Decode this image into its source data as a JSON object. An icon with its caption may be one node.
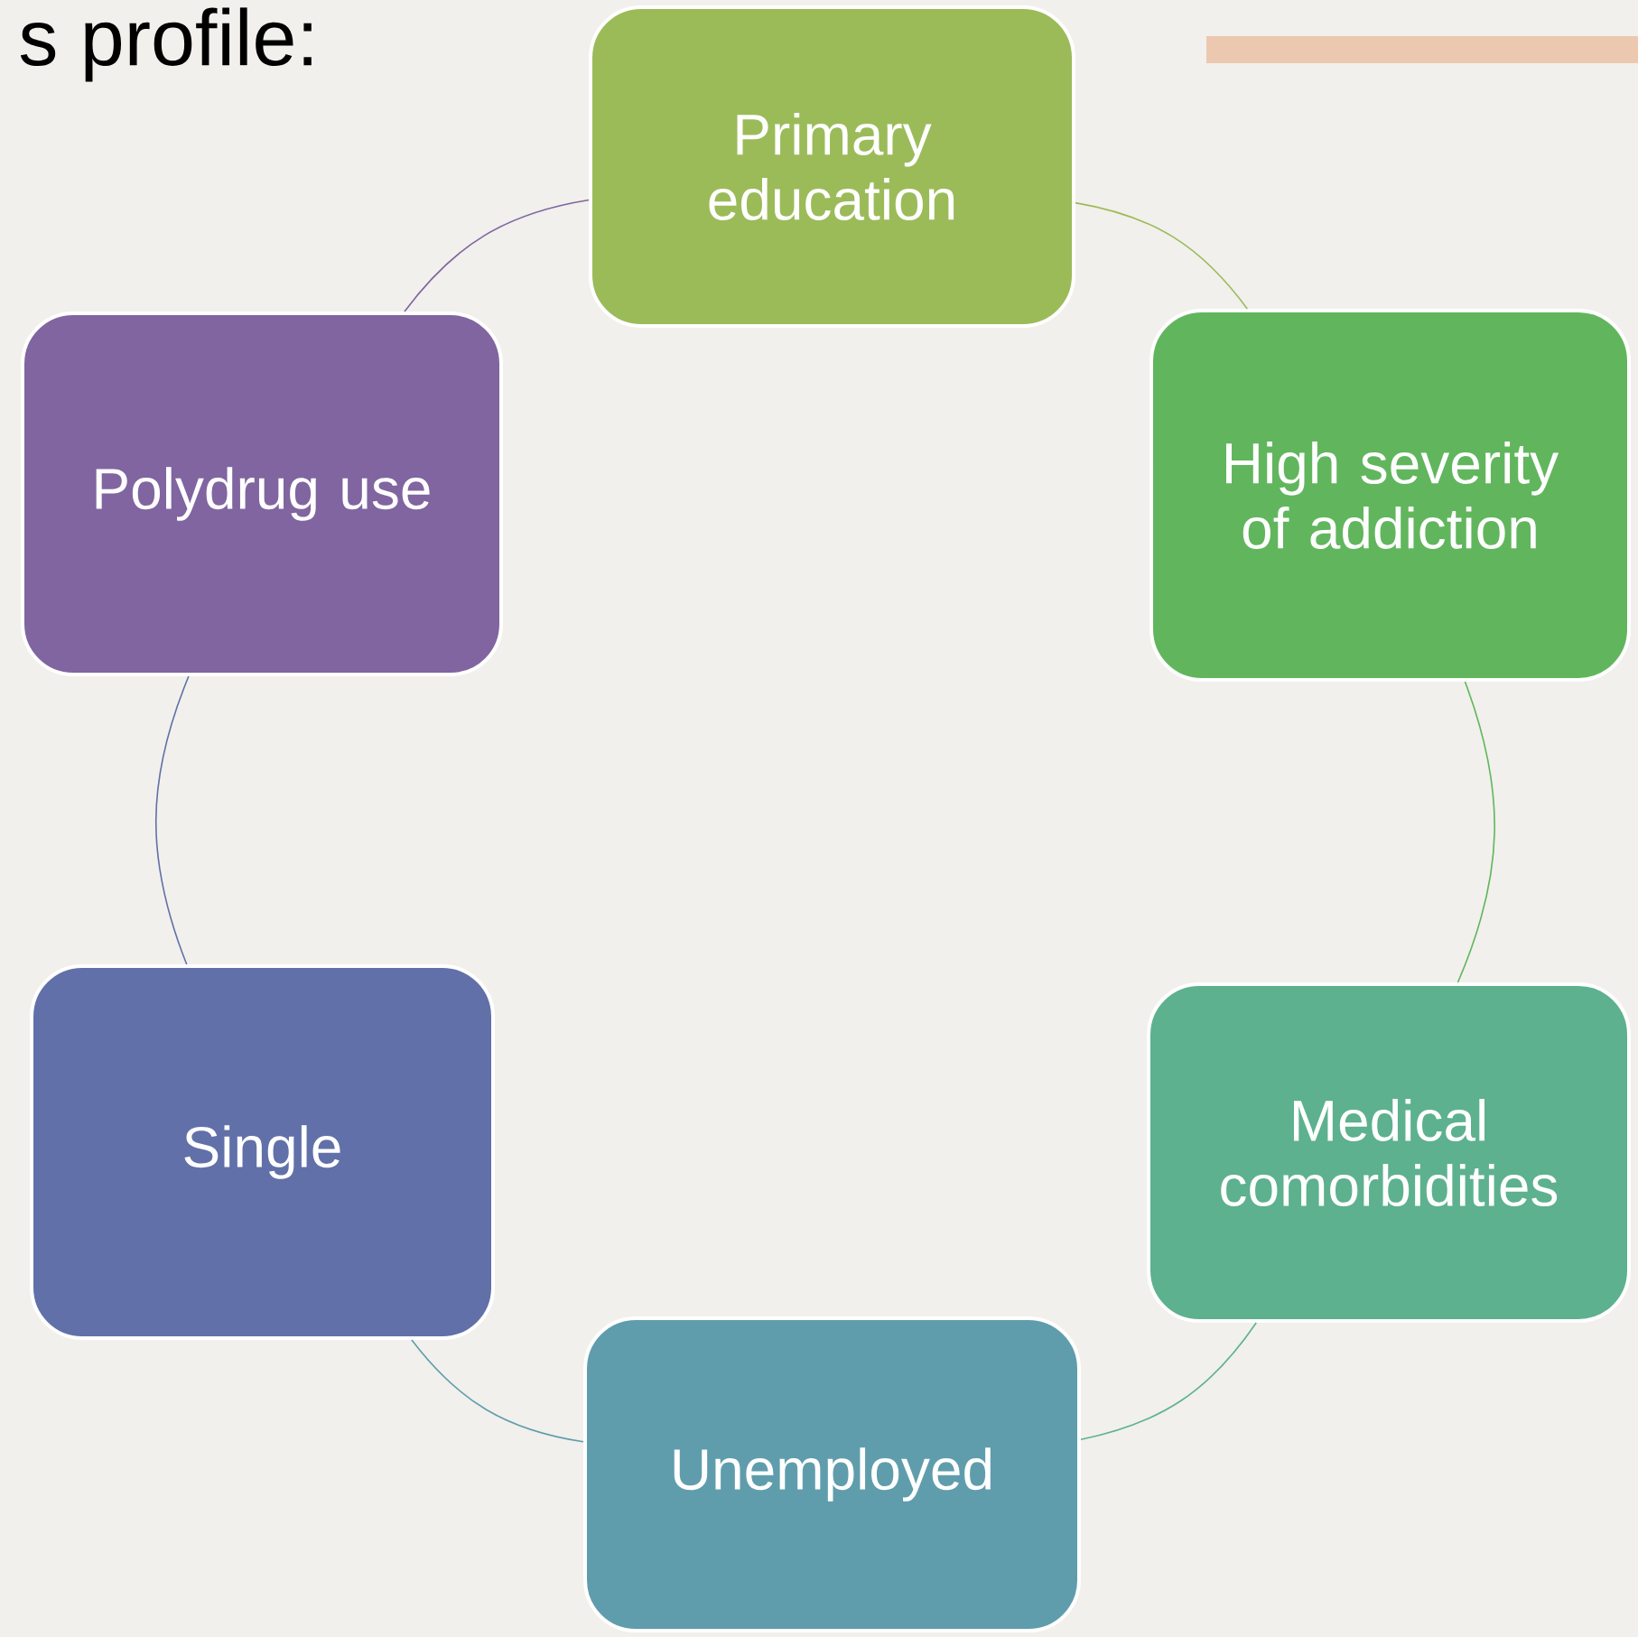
{
  "diagram": {
    "labels": [
      "s profile:"
    ],
    "nodes": [
      {
        "text": [
          "Primary education"
        ]
      },
      {
        "text": [
          "High severity of addiction"
        ]
      },
      {
        "text": [
          "Medical comorbidities"
        ]
      },
      {
        "text": [
          "Unemployed"
        ]
      },
      {
        "text": [
          "Single"
        ]
      },
      {
        "text": [
          "Polydrug use"
        ]
      }
    ],
    "edges": [
      {
        "from": 0,
        "to": 1,
        "arrow": "none",
        "color": "#9bbb59"
      },
      {
        "from": 1,
        "to": 2,
        "arrow": "none",
        "color": "#61b65d"
      },
      {
        "from": 2,
        "to": 3,
        "arrow": "none",
        "color": "#5db18e"
      },
      {
        "from": 3,
        "to": 4,
        "arrow": "none",
        "color": "#609dac"
      },
      {
        "from": 4,
        "to": 5,
        "arrow": "none",
        "color": "#6170a8"
      },
      {
        "from": 5,
        "to": 0,
        "arrow": "none",
        "color": "#8065a0"
      }
    ]
  }
}
